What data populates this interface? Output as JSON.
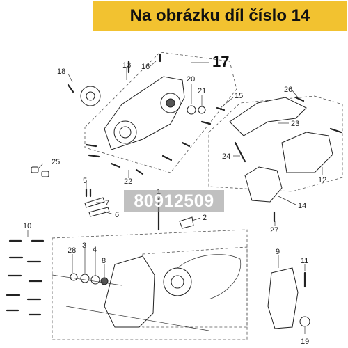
{
  "banner": {
    "text": "Na obrázku díl číslo 14"
  },
  "watermark": {
    "part_number": "80912509"
  },
  "colors": {
    "banner_bg": "#f2c230",
    "watermark_bg": "#8c8c8c"
  },
  "callouts": {
    "c1": "1",
    "c2": "2",
    "c3": "3",
    "c4": "4",
    "c5": "5",
    "c6": "6",
    "c7": "7",
    "c8": "8",
    "c9": "9",
    "c10": "10",
    "c11": "11",
    "c12": "12",
    "c13": "13",
    "c14": "14",
    "c15": "15",
    "c16": "16",
    "c17": "17",
    "c18": "18",
    "c19": "19",
    "c20": "20",
    "c21": "21",
    "c22": "22",
    "c23": "23",
    "c24": "24",
    "c25": "25",
    "c26": "26",
    "c27": "27",
    "c28": "28"
  }
}
